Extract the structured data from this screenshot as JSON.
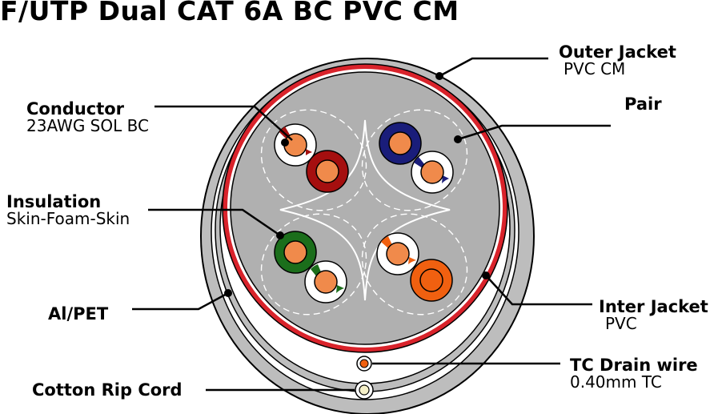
{
  "title": "F/UTP Dual CAT 6A BC PVC CM",
  "labels": {
    "outer_jacket": {
      "name": "Outer Jacket",
      "value": "PVC CM"
    },
    "pair": {
      "name": "Pair"
    },
    "conductor": {
      "name": "Conductor",
      "value": "23AWG SOL BC"
    },
    "insulation": {
      "name": "Insulation",
      "value": "Skin-Foam-Skin"
    },
    "al_pet": {
      "name": "Al/PET"
    },
    "inter_jacket": {
      "name": "Inter Jacket",
      "value": "PVC"
    },
    "tc_drain_wire": {
      "name": "TC Drain wire",
      "value": "0.40mm TC"
    },
    "cotton_rip_cord": {
      "name": "Cotton Rip Cord"
    }
  },
  "colors": {
    "outer_jacket": "#bdbdbd",
    "inner_fill": "#b0b0b0",
    "inter_jacket": "#d9232b",
    "copper": "#f08a4b",
    "pair_brown_red": "#a50f0f",
    "pair_blue": "#1a1d7a",
    "pair_green": "#1b6e1b",
    "pair_orange": "#f06010"
  }
}
